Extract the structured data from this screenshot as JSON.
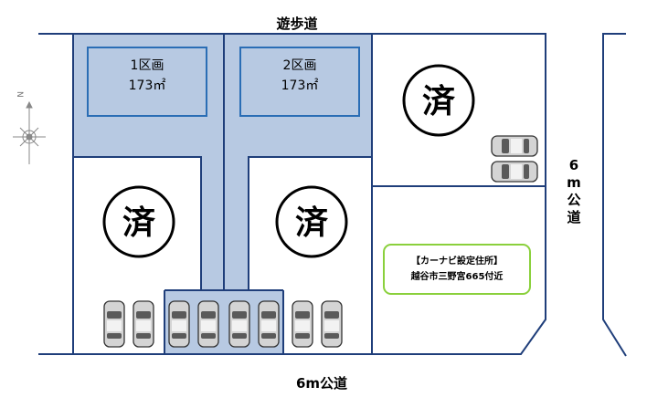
{
  "roads": {
    "top_label": "遊歩道",
    "bottom_label": "6m公道",
    "right_label_chars": [
      "6",
      "m",
      "公",
      "道"
    ]
  },
  "compass": {
    "north_label": "N"
  },
  "lots": [
    {
      "name": "1区画",
      "area": "173㎡"
    },
    {
      "name": "2区画",
      "area": "173㎡"
    }
  ],
  "sold_mark": "済",
  "navi_box": {
    "title": "【カーナビ設定住所】",
    "address": "越谷市三野宮665付近"
  },
  "colors": {
    "line": "#1f3e7a",
    "lot_fill": "#b7c9e2",
    "box_border": "#2a6db5",
    "navi_border": "#8ad03c"
  }
}
